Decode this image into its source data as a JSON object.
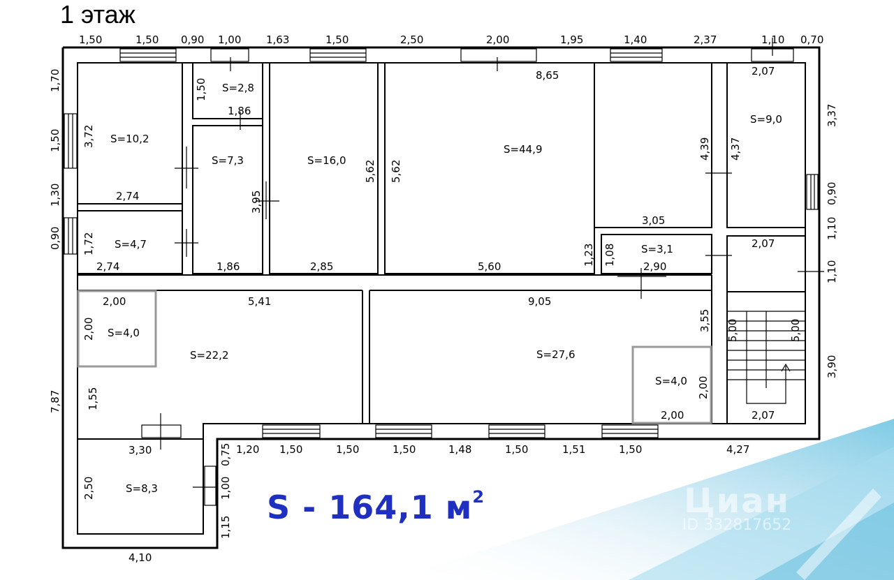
{
  "floor_title": "1 этаж",
  "total_area": {
    "label": "S - 164,1 м",
    "sup": "2"
  },
  "watermark": {
    "logo": "Циан",
    "id": "ID 332817652"
  },
  "rooms": [
    {
      "name": "room-10-2",
      "area": "S=10,2"
    },
    {
      "name": "room-2-8",
      "area": "S=2,8"
    },
    {
      "name": "room-7-3",
      "area": "S=7,3"
    },
    {
      "name": "room-16-0",
      "area": "S=16,0"
    },
    {
      "name": "room-44-9",
      "area": "S=44,9"
    },
    {
      "name": "room-9-0",
      "area": "S=9,0"
    },
    {
      "name": "room-4-7",
      "area": "S=4,7"
    },
    {
      "name": "room-3-1",
      "area": "S=3,1"
    },
    {
      "name": "room-4-0-left",
      "area": "S=4,0"
    },
    {
      "name": "room-22-2",
      "area": "S=22,2"
    },
    {
      "name": "room-27-6",
      "area": "S=27,6"
    },
    {
      "name": "room-4-0-right",
      "area": "S=4,0"
    },
    {
      "name": "room-8-3",
      "area": "S=8,3"
    }
  ],
  "dims_top": [
    "1,50",
    "1,50",
    "0,90",
    "1,00",
    "1,63",
    "1,50",
    "2,50",
    "2,00",
    "1,95",
    "1,40",
    "2,37",
    "1,10",
    "0,70"
  ],
  "dims_left": [
    "1,70",
    "1,50",
    "1,30",
    "0,90",
    "7,87"
  ],
  "dims_right": [
    "3,37",
    "0,90",
    "1,10",
    "1,10",
    "3,90"
  ],
  "dims_bottom": [
    "1,20",
    "1,50",
    "1,50",
    "1,50",
    "1,48",
    "1,50",
    "1,51",
    "1,50",
    "4,27"
  ],
  "dims_annex": [
    "3,30",
    "0,75",
    "1,00",
    "1,15",
    "2,50",
    "4,10"
  ],
  "dims_inner_h": [
    "8,65",
    "2,07",
    "1,86",
    "2,74",
    "2,74",
    "1,86",
    "2,85",
    "5,60",
    "3,05",
    "2,07",
    "2,90",
    "2,00",
    "5,41",
    "9,05",
    "2,00",
    "2,07"
  ],
  "dims_inner_v": [
    "1,50",
    "3,72",
    "3,95",
    "5,62",
    "5,62",
    "4,39",
    "4,37",
    "1,72",
    "1,23",
    "1,08",
    "2,00",
    "1,55",
    "3,55",
    "2,00",
    "5,00",
    "5,00"
  ]
}
